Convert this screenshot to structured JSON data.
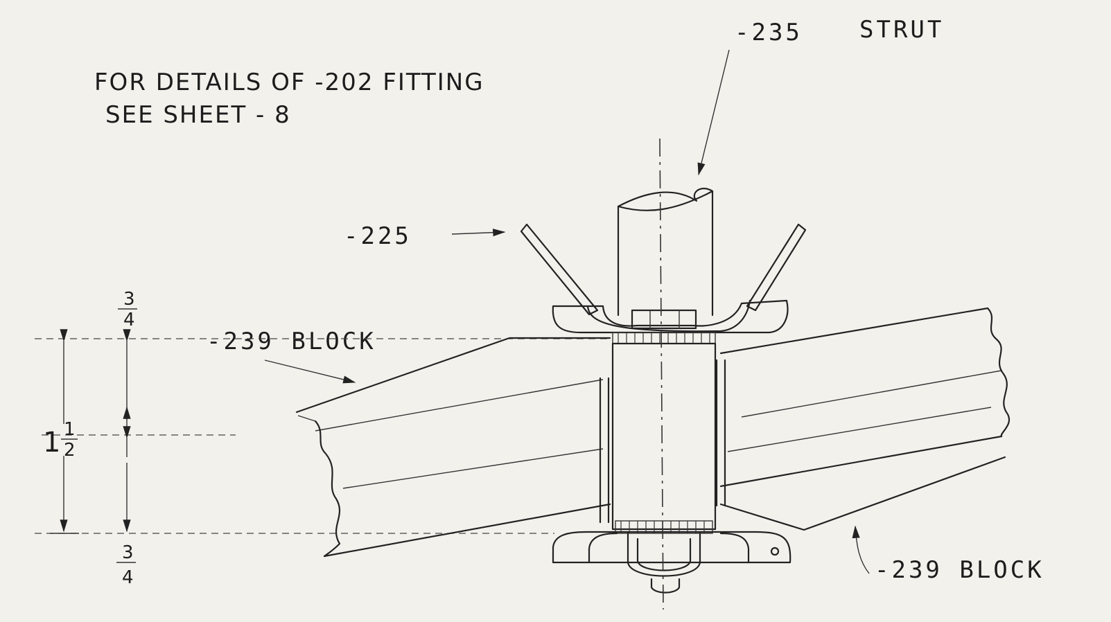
{
  "notes": {
    "line1": "FOR DETAILS OF -202 FITTING",
    "line2": "SEE SHEET - 8"
  },
  "callouts": {
    "strut_number": "-235",
    "strut_name": "STRUT",
    "fitting": "-225",
    "block_upper": "-239 BLOCK",
    "block_lower": "-239 BLOCK"
  },
  "dimensions": {
    "top_fraction": {
      "num": "3",
      "den": "4"
    },
    "total_fraction": {
      "whole": "1",
      "num": "1",
      "den": "2"
    },
    "bottom_fraction": {
      "num": "3",
      "den": "4"
    }
  }
}
